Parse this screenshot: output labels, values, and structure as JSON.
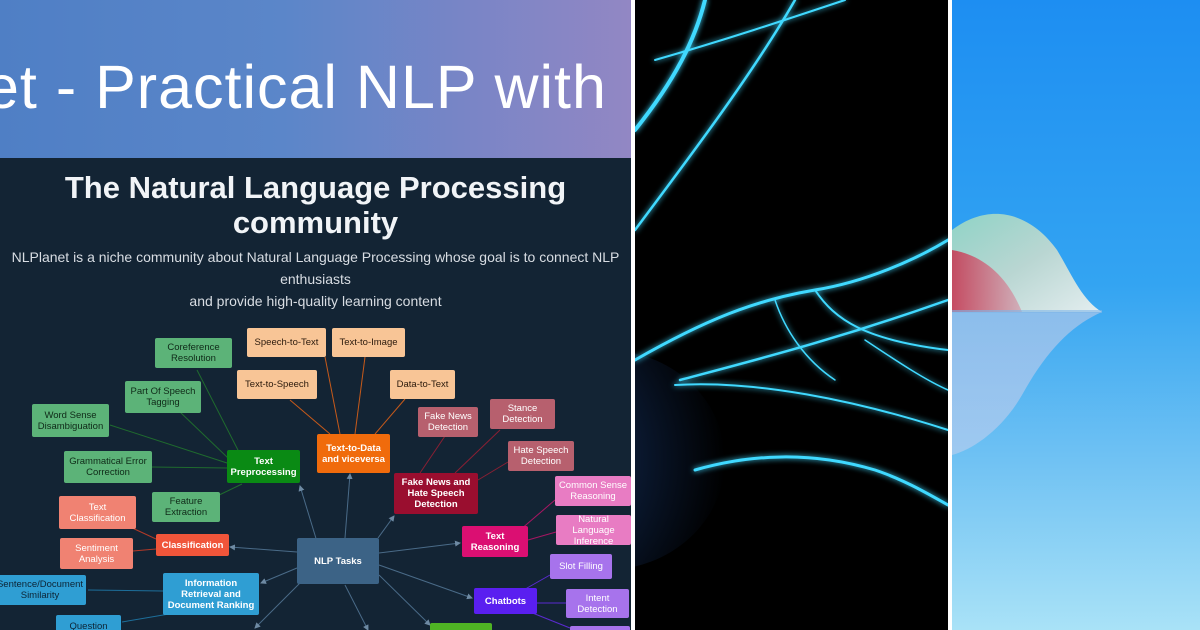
{
  "banner": {
    "title": "et - Practical NLP with"
  },
  "hero": {
    "title_line1": "The Natural Language Processing",
    "title_line2": "community",
    "desc_line1": "NLPlanet is a niche community about Natural Language Processing whose goal is to connect NLP enthusiasts",
    "desc_line2": "and provide high-quality learning content"
  },
  "mindmap": {
    "center": "NLP Tasks",
    "nodes": {
      "coreference": "Coreference Resolution",
      "pos_tagging": "Part Of Speech Tagging",
      "wsd": "Word Sense Disambiguation",
      "grammar": "Grammatical Error Correction",
      "text_prep": "Text Preprocessing",
      "feature": "Feature Extraction",
      "text_class": "Text Classification",
      "classification": "Classification",
      "sentiment": "Sentiment Analysis",
      "sentence_sim": "Sentence/Document Similarity",
      "info_retrieval": "Information Retrieval and Document Ranking",
      "question": "Question",
      "stt": "Speech-to-Text",
      "tti": "Text-to-Image",
      "tts": "Text-to-Speech",
      "dtt": "Data-to-Text",
      "ttd": "Text-to-Data and viceversa",
      "fake_det": "Fake News Detection",
      "stance": "Stance Detection",
      "hate_det": "Hate Speech Detection",
      "fake_hate": "Fake News and Hate Speech Detection",
      "common_sense": "Common Sense Reasoning",
      "nli": "Natural Language Inference",
      "text_reasoning": "Text Reasoning",
      "slot": "Slot Filling",
      "chatbots": "Chatbots",
      "intent": "Intent Detection"
    }
  },
  "colors": {
    "dark_bg": "#132434",
    "banner_start": "#4f7fc5",
    "banner_end": "#9287c4",
    "plasma_glow": "#38d8ff",
    "sky_top": "#1d8ef2",
    "sky_bottom": "#a9e2f7"
  }
}
